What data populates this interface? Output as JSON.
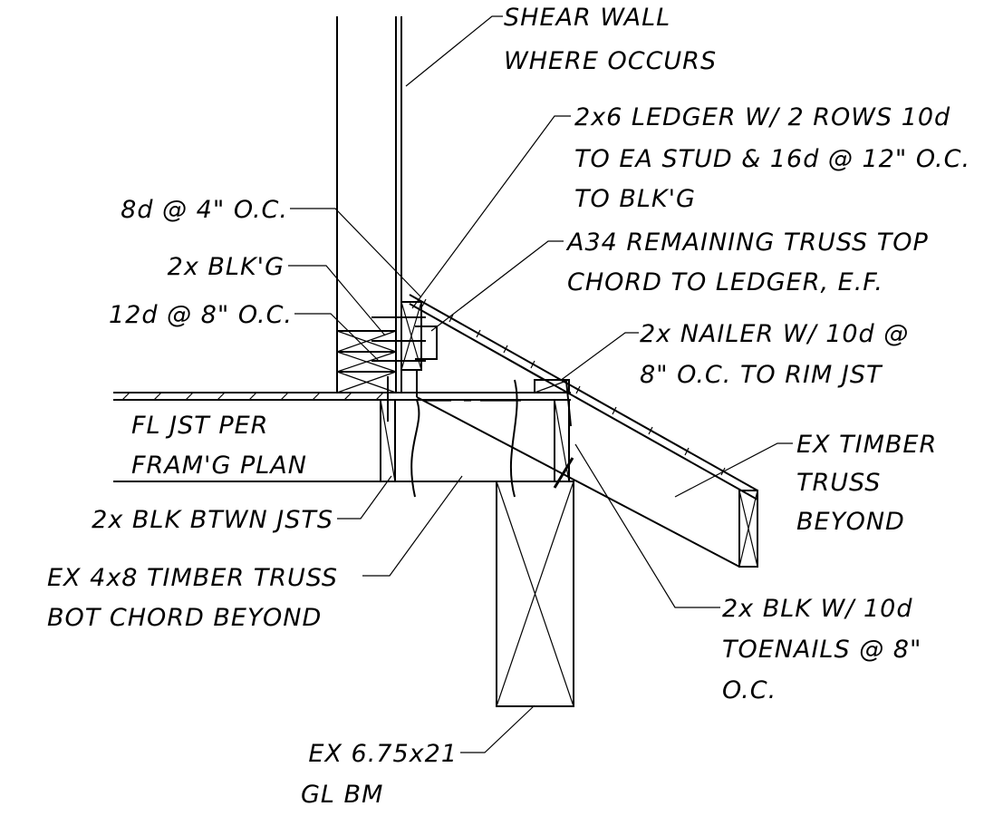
{
  "labels": {
    "shear_wall": [
      "SHEAR WALL",
      "WHERE OCCURS"
    ],
    "ledger": [
      "2x6 LEDGER W/ 2 ROWS 10d",
      "TO EA STUD & 16d @ 12\" O.C.",
      "TO BLK'G"
    ],
    "nail_8d": [
      "8d @ 4\" O.C."
    ],
    "a34": [
      "A34 REMAINING TRUSS TOP",
      "CHORD TO LEDGER, E.F."
    ],
    "blkg_2x": [
      "2x BLK'G"
    ],
    "nail_12d": [
      "12d @ 8\" O.C."
    ],
    "nailer": [
      "2x NAILER W/ 10d @",
      "8\" O.C. TO RIM JST"
    ],
    "fl_jst": [
      "FL JST PER",
      "FRAM'G PLAN"
    ],
    "ex_timber_truss": [
      "EX TIMBER",
      "TRUSS",
      "BEYOND"
    ],
    "blk_btwn": [
      "2x BLK BTWN JSTS"
    ],
    "ex_4x8": [
      "EX 4x8 TIMBER TRUSS",
      "BOT CHORD BEYOND"
    ],
    "blk_toenails": [
      "2x BLK W/ 10d",
      "TOENAILS @ 8\"",
      "O.C."
    ],
    "gl_bm": [
      "EX 6.75x21",
      "GL BM"
    ]
  }
}
